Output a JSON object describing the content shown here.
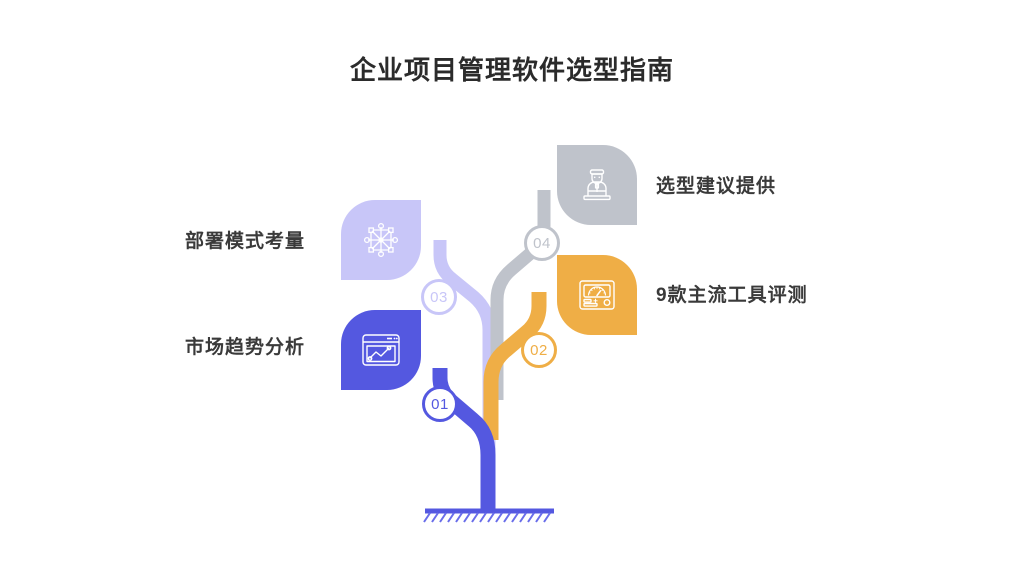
{
  "page": {
    "title": "企业项目管理软件选型指南",
    "background": "#ffffff"
  },
  "palette": {
    "blue": "#5458E0",
    "blue_light": "#6A6EEA",
    "orange": "#EFAE46",
    "lavender": "#C8C6F8",
    "gray": "#BFC3CB",
    "text": "#3a3a3a",
    "title_text": "#2b2b2b"
  },
  "nodes": [
    {
      "number": "01",
      "label": "市场趋势分析",
      "side": "left",
      "color": "#5458E0",
      "badge_text_color": "#5458E0",
      "icon": "browser-line-chart-icon"
    },
    {
      "number": "02",
      "label": "9款主流工具评测",
      "side": "right",
      "color": "#EFAE46",
      "badge_text_color": "#EFAE46",
      "icon": "gauge-meter-icon"
    },
    {
      "number": "03",
      "label": "部署模式考量",
      "side": "left",
      "color": "#C8C6F8",
      "badge_text_color": "#C8C6F8",
      "icon": "network-hub-icon"
    },
    {
      "number": "04",
      "label": "选型建议提供",
      "side": "right",
      "color": "#BFC3CB",
      "badge_text_color": "#BFC3CB",
      "icon": "consultant-person-icon"
    }
  ],
  "ground": {
    "name": "ground-hatch-base",
    "color": "#5458E0"
  }
}
